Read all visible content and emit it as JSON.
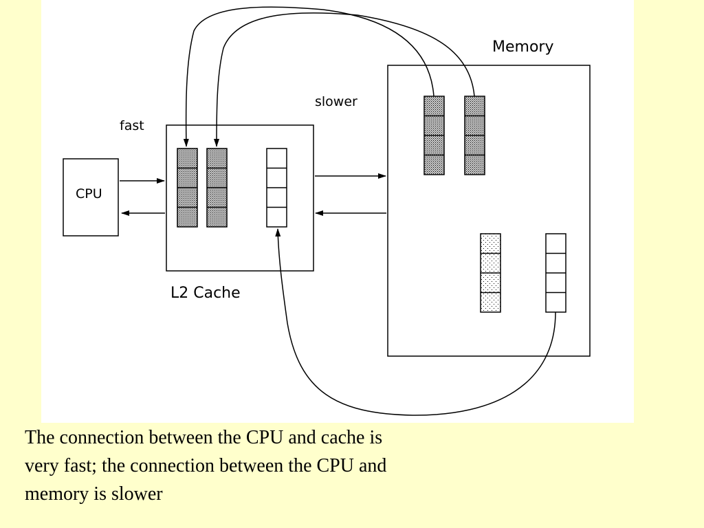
{
  "diagram": {
    "labels": {
      "memory": "Memory",
      "slower": "slower",
      "fast": "fast",
      "cpu": "CPU",
      "l2_cache": "L2 Cache"
    }
  },
  "caption": "The connection between the CPU and cache is very fast; the connection between the CPU and memory is slower",
  "colors": {
    "page_background": "#ffffcc",
    "diagram_background": "#ffffff",
    "shaded_block": "#aaaaaa",
    "ink": "#000000"
  }
}
